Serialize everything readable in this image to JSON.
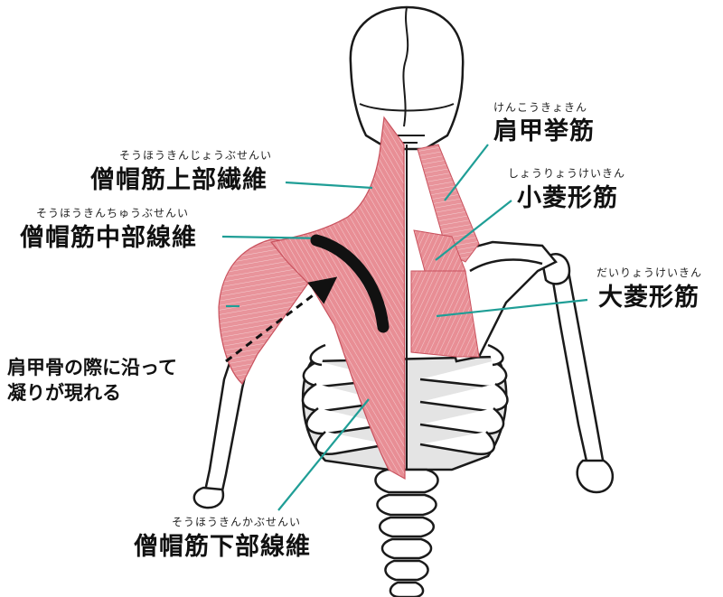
{
  "colors": {
    "muscle": "#e88e95",
    "muscle_dark": "#c9525e",
    "muscle_line": "#ffffff",
    "bone": "#ffffff",
    "bone_outline": "#1a1a1a",
    "leader": "#1f9e96",
    "arrow": "#111111"
  },
  "labels": {
    "upper_trapezius": {
      "ruby": "そうほうきんじょうぶせんい",
      "text": "僧帽筋上部繊維"
    },
    "middle_trapezius": {
      "ruby": "そうほうきんちゅうぶせんい",
      "text": "僧帽筋中部線維"
    },
    "lower_trapezius": {
      "ruby": "そうほうきんかぶせんい",
      "text": "僧帽筋下部線維"
    },
    "levator_scapulae": {
      "ruby": "けんこうきょきん",
      "text": "肩甲挙筋"
    },
    "rhomboid_minor": {
      "ruby": "しょうりょうけいきん",
      "text": "小菱形筋"
    },
    "rhomboid_major": {
      "ruby": "だいりょうけいきん",
      "text": "大菱形筋"
    }
  },
  "note": {
    "text": "肩甲骨の際に沿って\n凝りが現れる"
  }
}
